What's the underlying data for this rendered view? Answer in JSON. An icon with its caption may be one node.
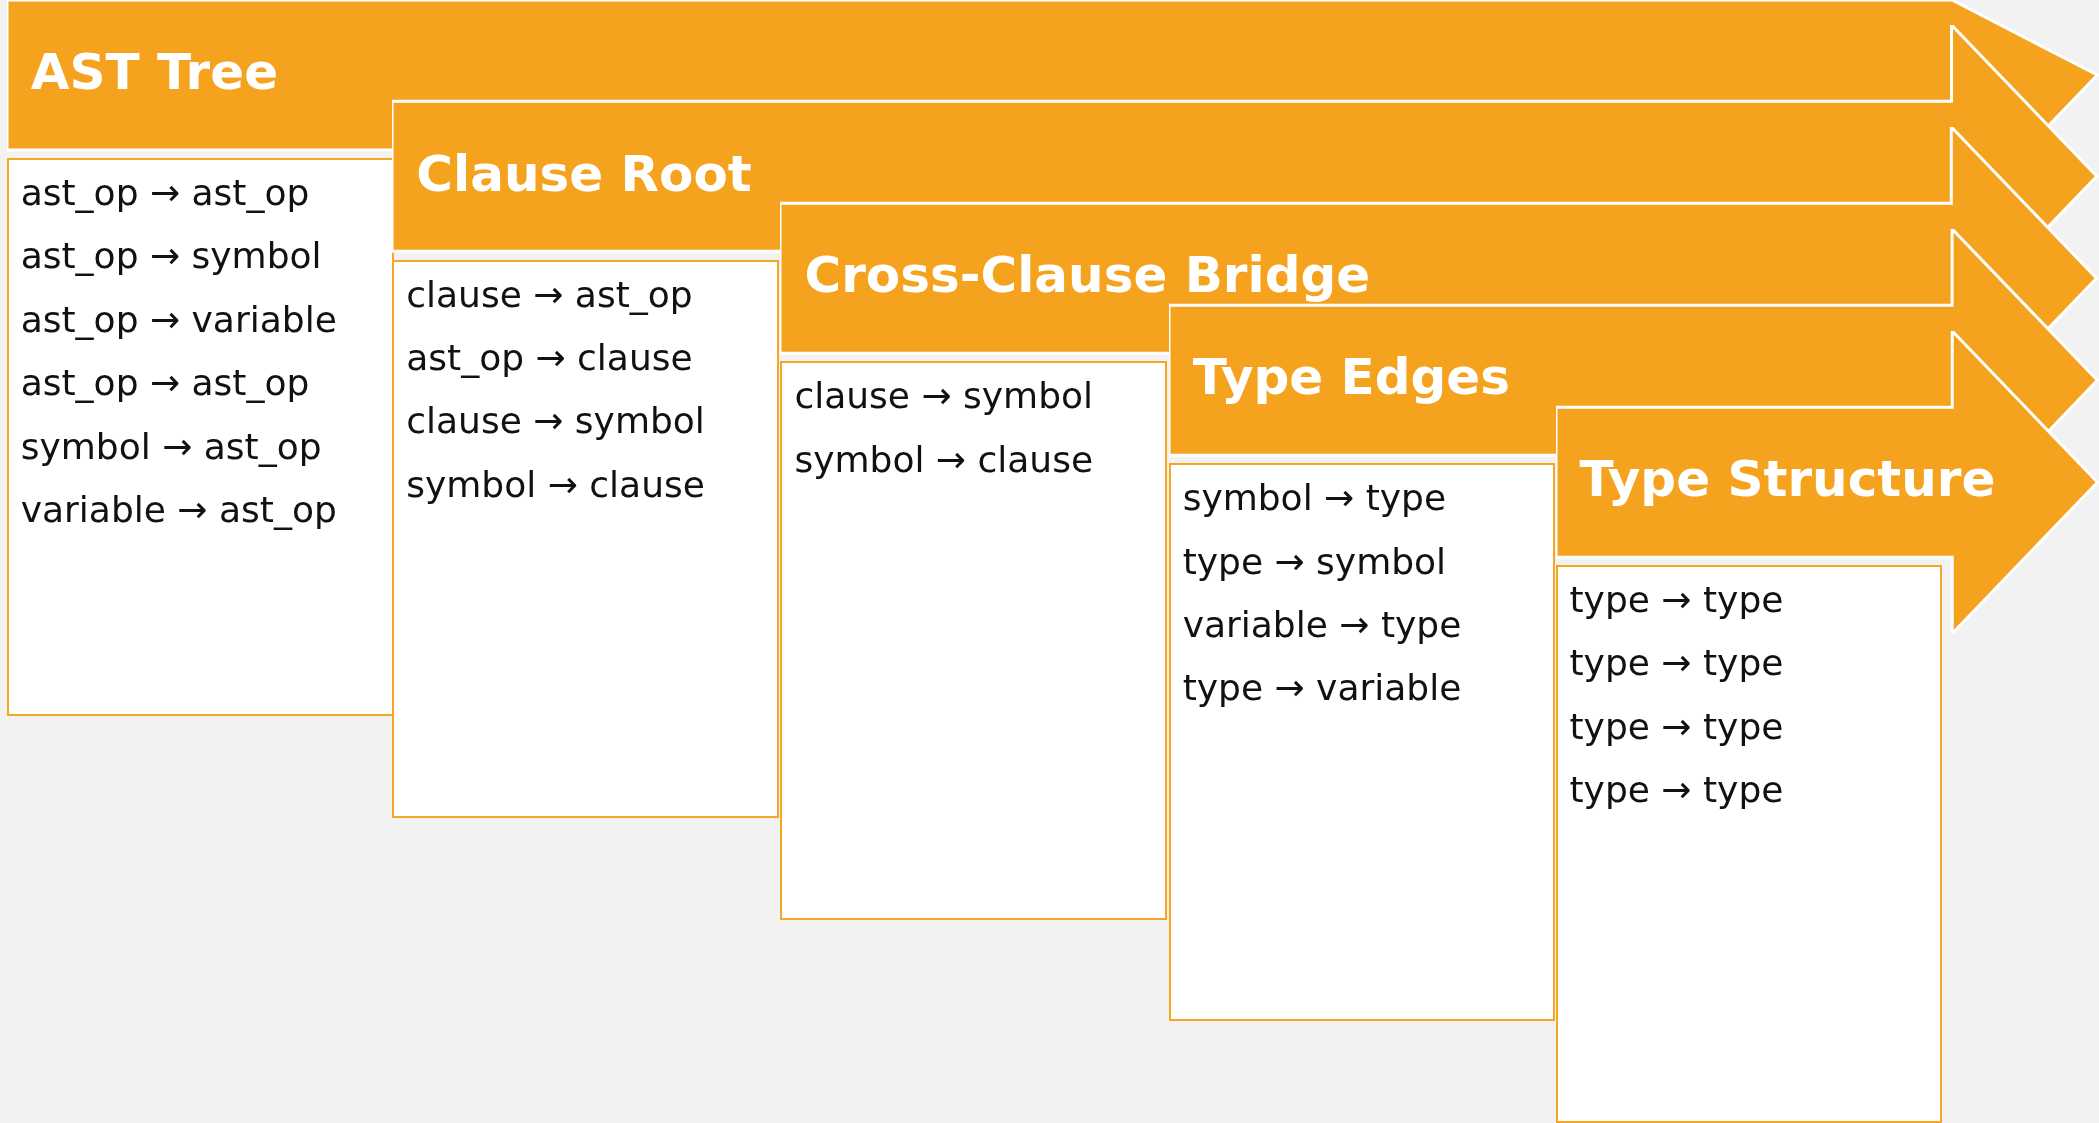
{
  "diagram": {
    "nodes": [
      {
        "text": [
          "AST Tree"
        ]
      },
      {
        "text": [
          "ast_op → ast_op",
          "ast_op → symbol",
          "ast_op → variable",
          "ast_op → ast_op",
          "symbol → ast_op",
          "variable → ast_op"
        ]
      },
      {
        "text": [
          "Clause Root"
        ]
      },
      {
        "text": [
          "clause → ast_op",
          "ast_op → clause",
          "clause → symbol",
          "symbol → clause"
        ]
      },
      {
        "text": [
          "Cross-Clause Bridge"
        ]
      },
      {
        "text": [
          "clause → symbol",
          "symbol → clause"
        ]
      },
      {
        "text": [
          "Type Edges"
        ]
      },
      {
        "text": [
          "symbol → type",
          "type → symbol",
          "variable → type",
          "type → variable"
        ]
      },
      {
        "text": [
          "Type Structure"
        ]
      },
      {
        "text": [
          "type → type",
          "type → type",
          "type → type",
          "type → type"
        ]
      }
    ]
  }
}
